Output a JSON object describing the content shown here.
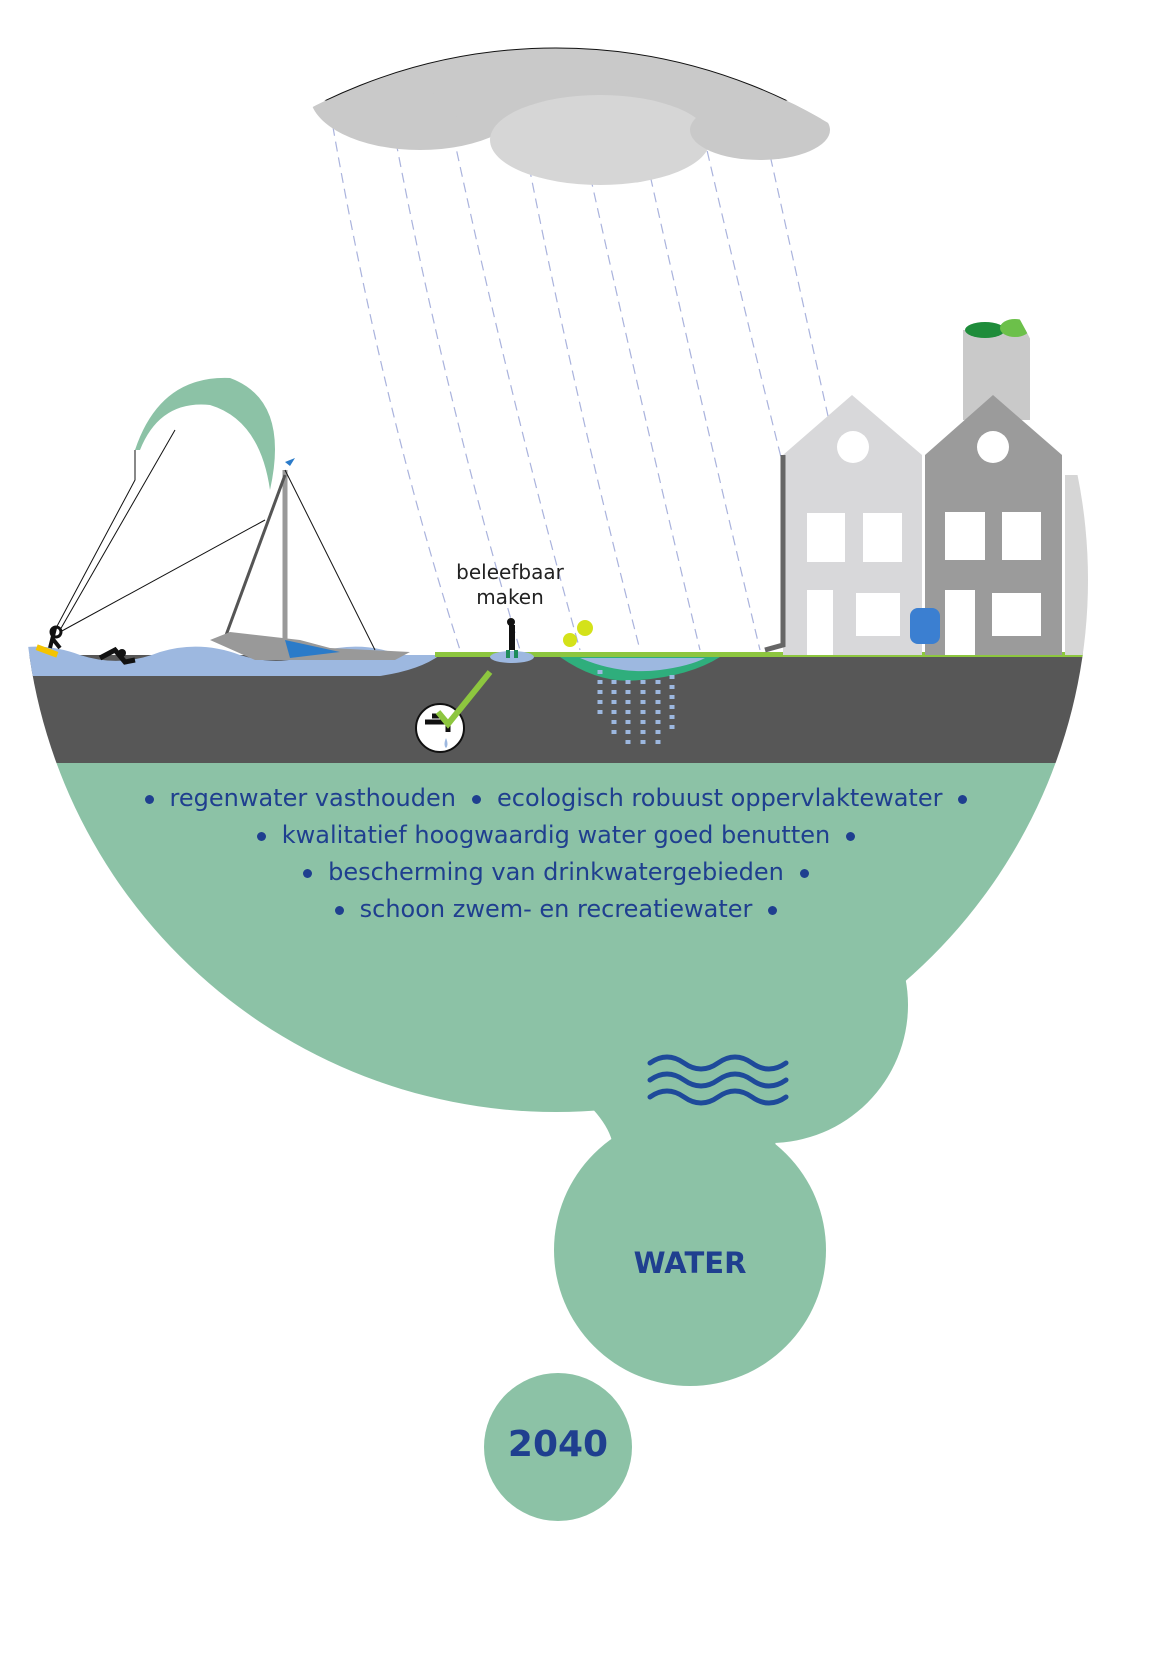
{
  "scene": {
    "label_line1": "beleefbaar",
    "label_line2": "maken"
  },
  "goals": [
    "regenwater vasthouden",
    "ecologisch robuust oppervlaktewater",
    "kwalitatief hoogwaardig water goed benutten",
    "bescherming van drinkwatergebieden",
    "schoon zwem- en recreatiewater"
  ],
  "theme": {
    "title": "WATER",
    "icon": "water-waves-icon"
  },
  "year": "2040",
  "colors": {
    "green_bubble": "#8cc2a6",
    "navy_text": "#1f3f8f",
    "ground": "#575757",
    "grass": "#8dc63f",
    "water": "#9db8e0",
    "cloud": "#c9c9c9"
  }
}
